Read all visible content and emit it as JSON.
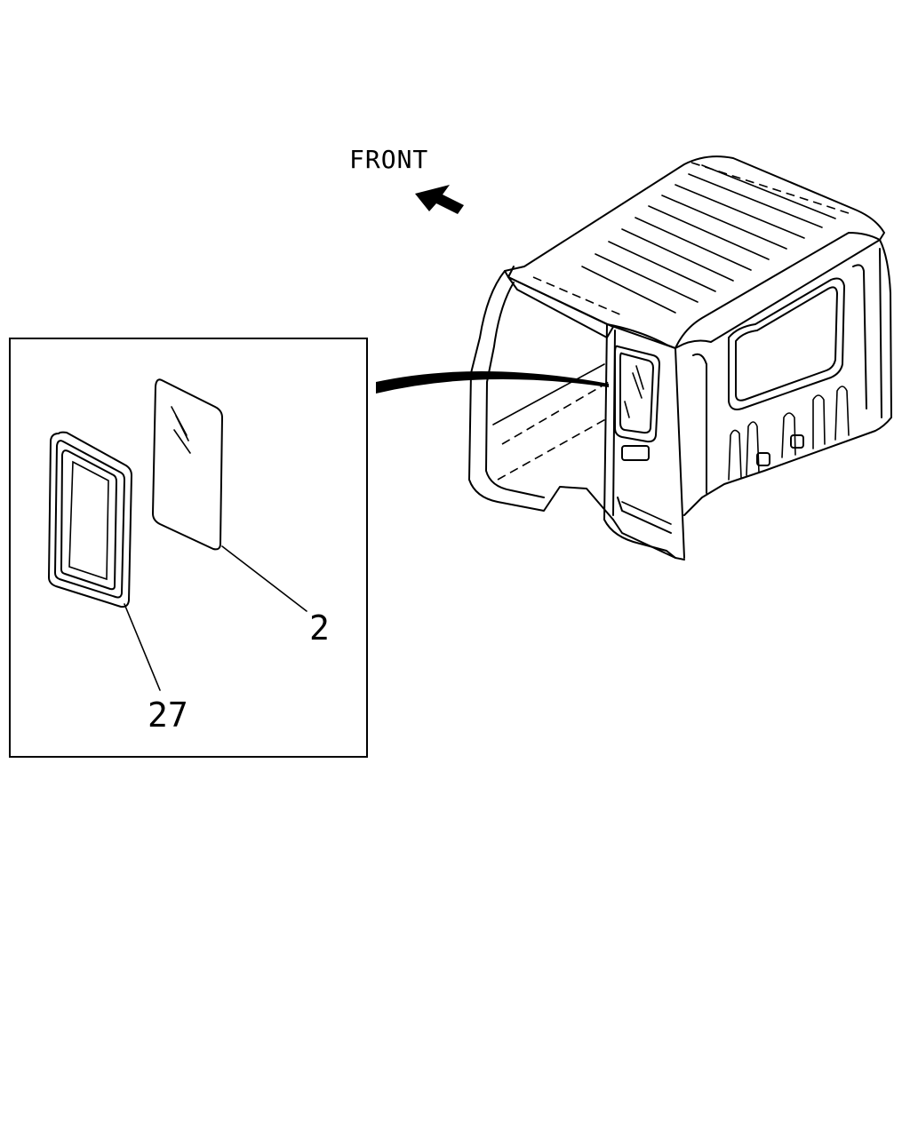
{
  "direction_label": "FRONT",
  "callouts": [
    {
      "id": "2",
      "text": "2"
    },
    {
      "id": "27",
      "text": "27"
    }
  ],
  "icons": {
    "direction_arrow": "arrow-left-up-icon"
  },
  "colors": {
    "ink": "#000000",
    "paper": "#ffffff"
  }
}
